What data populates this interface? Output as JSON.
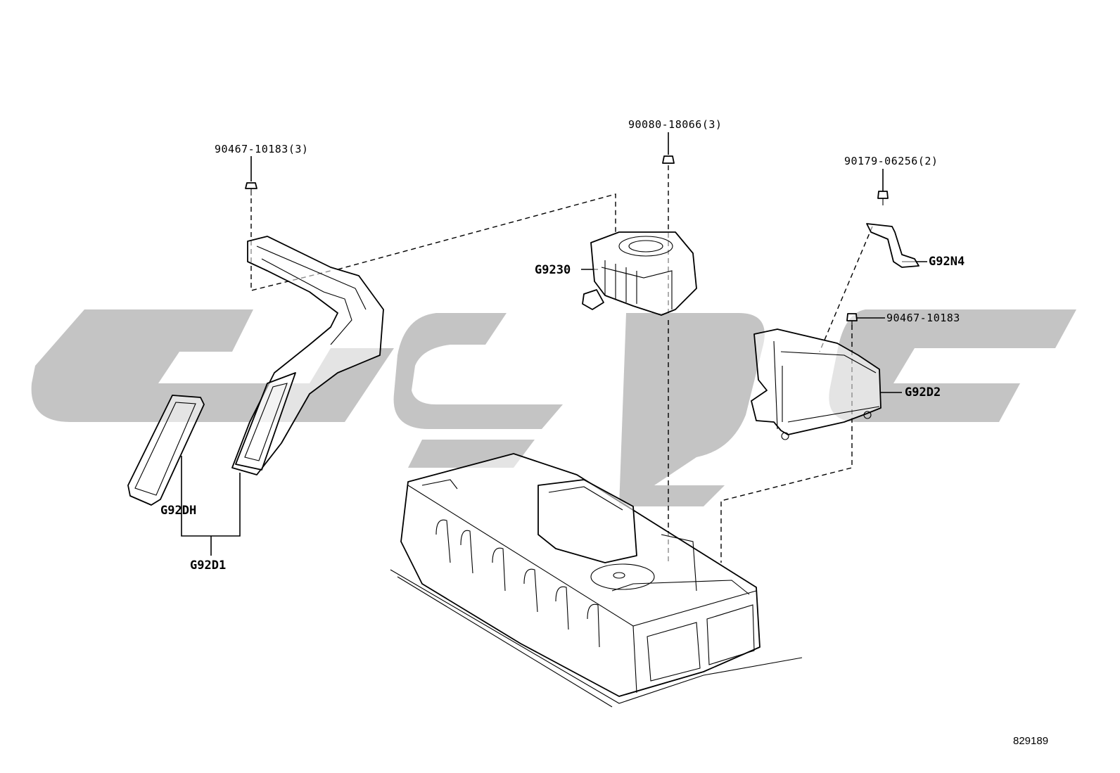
{
  "callouts": {
    "bolt_duct": "90467-10183(3)",
    "nut_blower": "90080-18066(3)",
    "screw_bracket": "90179-06256(2)",
    "bolt_rear_duct": "90467-10183"
  },
  "parts": {
    "blower": "G9230",
    "bracket": "G92N4",
    "rear_duct": "G92D2",
    "gasket": "G92DH",
    "intake_duct": "G92D1"
  },
  "diagram_id": "829189",
  "colors": {
    "line": "#000000",
    "watermark": "#c4c4c4",
    "background": "#ffffff"
  }
}
